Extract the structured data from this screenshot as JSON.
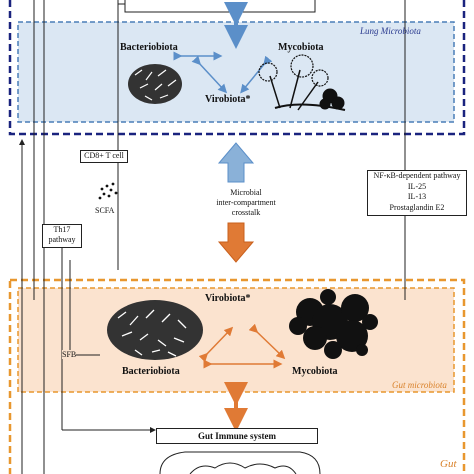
{
  "lung_panel": {
    "title": "Lung Microbiota",
    "bacteriobiota": "Bacteriobiota",
    "mycobiota": "Mycobiota",
    "virobiota": "Virobiota*"
  },
  "gut_panel": {
    "title": "Gut microbiota",
    "bacteriobiota": "Bacteriobiota",
    "mycobiota": "Mycobiota",
    "virobiota": "Virobiota*"
  },
  "crosstalk": {
    "line1": "Microbial",
    "line2": "inter-compartment",
    "line3": "crosstalk"
  },
  "cd8_box": "CD8+ T cell",
  "scfa": "SCFA",
  "th17_box": {
    "line1": "Th17",
    "line2": "pathway"
  },
  "sfb": "SFB",
  "nfkb_box": {
    "line1": "NF-κB-dependent pathway",
    "line2": "IL-25",
    "line3": "IL-13",
    "line4": "Prostaglandin E2"
  },
  "gut_immune": "Gut Immune system",
  "gut_label": "Gut",
  "colors": {
    "lung_fill": "#dbe7f3",
    "lung_border": "#1a237e",
    "gut_fill": "#fbe3cf",
    "gut_border": "#e8972f",
    "blue_arrow": "#5b8fc9",
    "orange_arrow": "#e07a35"
  }
}
